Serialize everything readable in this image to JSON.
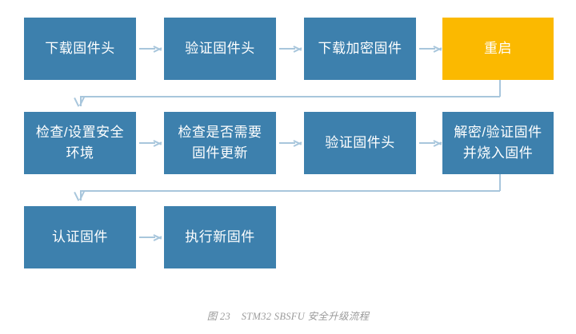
{
  "figure": {
    "caption": "图 23    STM32 SBSFU 安全升级流程",
    "colors": {
      "node_blue": "#3D80AD",
      "node_amber": "#FBB900",
      "connector": "#A8C6DC",
      "node_text": "#FFFFFF",
      "caption_text": "#9B9B9B",
      "background": "#FFFFFF"
    }
  },
  "chart_data": {
    "type": "diagram",
    "title": "图 23    STM32 SBSFU 安全升级流程",
    "rows": [
      {
        "nodes": [
          {
            "label": "下载固件头",
            "color": "#3D80AD"
          },
          {
            "label": "验证固件头",
            "color": "#3D80AD"
          },
          {
            "label": "下载加密固件",
            "color": "#3D80AD"
          },
          {
            "label": "重启",
            "color": "#FBB900"
          }
        ]
      },
      {
        "nodes": [
          {
            "label": "检查/设置安全\n环境",
            "color": "#3D80AD"
          },
          {
            "label": "检查是否需要\n固件更新",
            "color": "#3D80AD"
          },
          {
            "label": "验证固件头",
            "color": "#3D80AD"
          },
          {
            "label": "解密/验证固件\n并烧入固件",
            "color": "#3D80AD"
          }
        ]
      },
      {
        "nodes": [
          {
            "label": "认证固件",
            "color": "#3D80AD"
          },
          {
            "label": "执行新固件",
            "color": "#3D80AD"
          }
        ]
      }
    ]
  }
}
